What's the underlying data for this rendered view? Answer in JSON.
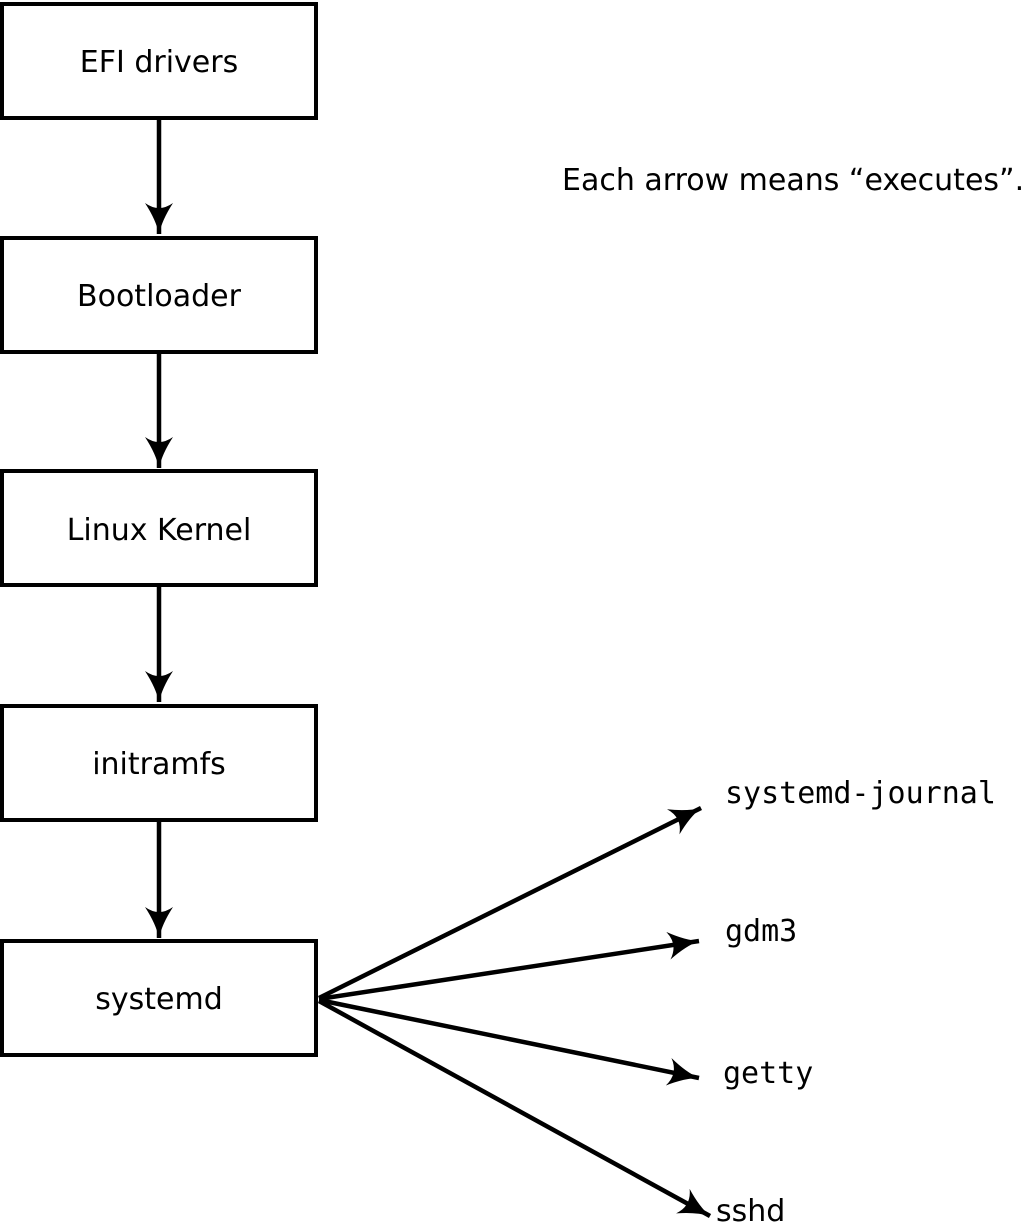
{
  "note": {
    "text": "Each arrow means “executes”."
  },
  "boot_chain": [
    {
      "label": "EFI drivers"
    },
    {
      "label": "Bootloader"
    },
    {
      "label": "Linux Kernel"
    },
    {
      "label": "initramfs"
    },
    {
      "label": "systemd"
    }
  ],
  "services": [
    {
      "label": "systemd-journal"
    },
    {
      "label": "gdm3"
    },
    {
      "label": "getty"
    },
    {
      "label": "sshd"
    }
  ],
  "colors": {
    "line": "#000000",
    "background": "#ffffff",
    "box_fill": "#ffffff"
  }
}
